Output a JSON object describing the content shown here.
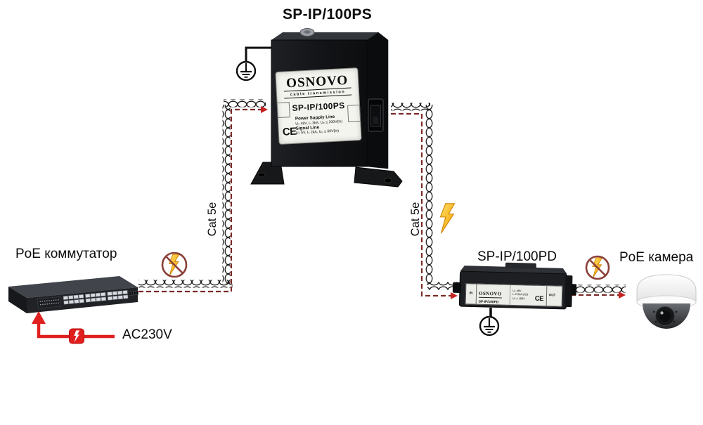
{
  "title": "SP-IP/100PS",
  "ps_device": {
    "sticker": {
      "brand": "OSNOVO",
      "tagline": "cable transmission",
      "model": "SP-IP/100PS",
      "power_line_title": "Power Supply Line",
      "power_line_specs": "Uₙ 48V,  Iₙ 3kA,  Uₚ ≤ 200V(ln)",
      "signal_line_title": "Signal Line",
      "signal_line_specs": "Uₙ 5V,  Iₙ 2kA,  Uₚ ≤ 60V(ln)",
      "ce": "CE"
    }
  },
  "pd_device": {
    "heading": "SP-IP/100PD",
    "sticker": {
      "in": "IN",
      "brand": "OSNOVO",
      "model": "SP-IP/100PD",
      "type": "SPD",
      "spec1": "Uₙ 48V",
      "spec2": "Iₙ 2.5kA 8/20",
      "spec3": "Uₚ ≤ 190V",
      "ce": "CE",
      "out": "OUT"
    }
  },
  "poe_switch": {
    "label": "PoE коммутатор"
  },
  "poe_camera": {
    "label": "PoE камера"
  },
  "power_input": {
    "label": "AC230V"
  },
  "cables": {
    "left_label": "Cat 5e",
    "right_label": "Cat 5e"
  },
  "colors": {
    "power_red": "#e01f1f",
    "cable_dash_red": "#7b2a26",
    "bolt_yellow": "#ffd829",
    "bolt_orange": "#f39c00",
    "prohibition_ring": "#8a4038",
    "device_black": "#17181a"
  }
}
